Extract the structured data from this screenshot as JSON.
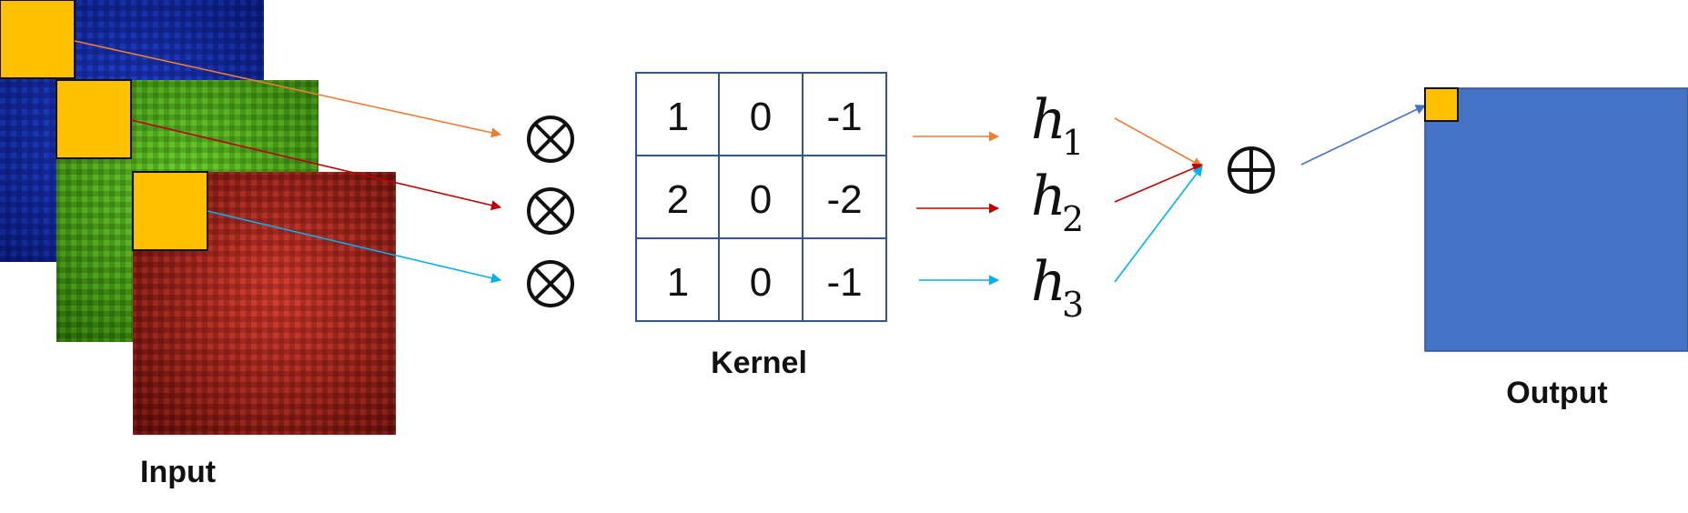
{
  "labels": {
    "input": "Input",
    "kernel": "Kernel",
    "output": "Output"
  },
  "kernel": {
    "rows": [
      [
        "1",
        "0",
        "-1"
      ],
      [
        "2",
        "0",
        "-2"
      ],
      [
        "1",
        "0",
        "-1"
      ]
    ]
  },
  "terms": [
    {
      "base": "h",
      "sub": "1"
    },
    {
      "base": "h",
      "sub": "2"
    },
    {
      "base": "h",
      "sub": "3"
    }
  ],
  "operators": {
    "multiply_symbol": "otimes-icon",
    "sum_symbol": "oplus-icon"
  },
  "colors": {
    "patch": "#FFC000",
    "output_map": "#4472C4",
    "kernel_border": "#2F5597",
    "arrow_orange": "#ED7D31",
    "arrow_red": "#C00000",
    "arrow_cyan": "#00B0F0",
    "arrow_blue": "#4472C4",
    "channel_blue": "#0a1f8f",
    "channel_green": "#3f9a10",
    "channel_red": "#9a1c14"
  }
}
